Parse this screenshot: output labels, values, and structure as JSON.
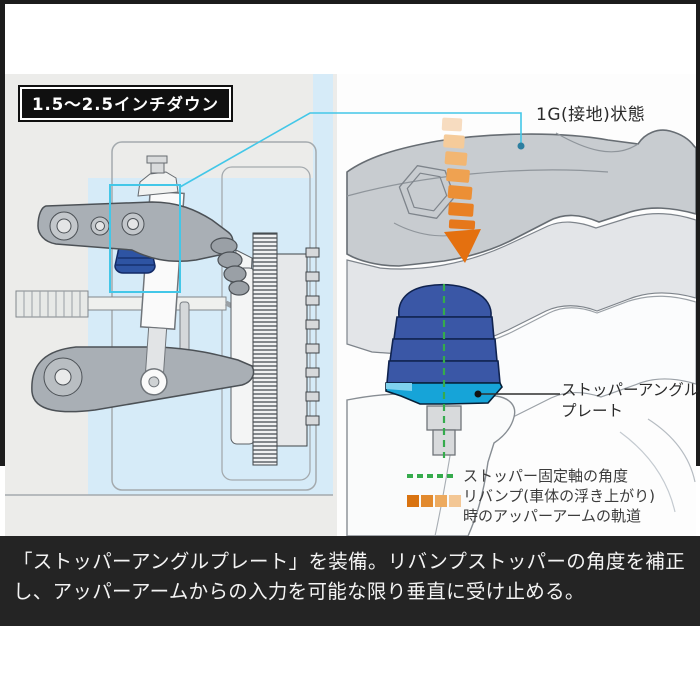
{
  "diagram": {
    "inset_label": "1.5〜2.5インチダウン",
    "state_label": "1G(接地)状態",
    "part_label": {
      "line1": "ストッパーアングル",
      "line2": "プレート"
    },
    "legend": {
      "axis_label": "ストッパー固定軸の角度",
      "rebound_label_line1": "リバンプ(車体の浮き上がり)",
      "rebound_label_line2": "時のアッパーアームの軌道"
    },
    "colors": {
      "highlight_cyan": "#43c7e8",
      "bump_stop_blue": "#3a57a6",
      "angle_plate_cyan": "#16a4d8",
      "axis_green": "#35ab4c",
      "rebound_orange": "#e4700f",
      "caption_background": "#242424"
    },
    "icons": {
      "rebound_arrow": "tapered-down-arrow",
      "state_marker": "filled-dot",
      "plate_marker": "filled-dot"
    }
  },
  "caption": {
    "text": "「ストッパーアングルプレート」を装備。リバンプストッパーの角度を補正し、アッパーアームからの入力を可能な限り垂直に受け止める。"
  }
}
